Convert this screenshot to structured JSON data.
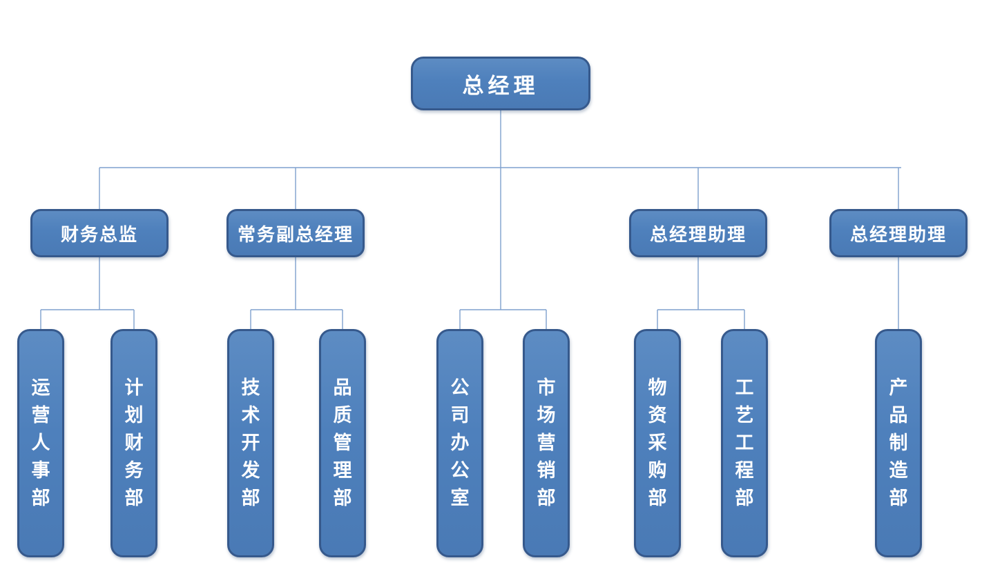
{
  "org": {
    "type": "org-chart",
    "root": {
      "label": "总经理"
    },
    "managers": [
      {
        "label": "财务总监",
        "reports_to": "总经理"
      },
      {
        "label": "常务副总经理",
        "reports_to": "总经理"
      },
      {
        "label": "总经理助理",
        "reports_to": "总经理"
      },
      {
        "label": "总经理助理",
        "reports_to": "总经理"
      }
    ],
    "departments": [
      {
        "label": "运营人事部",
        "reports_to": "财务总监"
      },
      {
        "label": "计划财务部",
        "reports_to": "财务总监"
      },
      {
        "label": "技术开发部",
        "reports_to": "常务副总经理"
      },
      {
        "label": "品质管理部",
        "reports_to": "常务副总经理"
      },
      {
        "label": "公司办公室",
        "reports_to": "总经理"
      },
      {
        "label": "市场营销部",
        "reports_to": "总经理"
      },
      {
        "label": "物资采购部",
        "reports_to": "总经理助理"
      },
      {
        "label": "工艺工程部",
        "reports_to": "总经理助理"
      },
      {
        "label": "产品制造部",
        "reports_to": "总经理助理"
      }
    ],
    "colors": {
      "box_fill": "#4E80BC",
      "box_border": "#36598C",
      "connector": "#7EA0CE",
      "text": "#FFFFFF",
      "background": "#FFFFFF"
    }
  }
}
